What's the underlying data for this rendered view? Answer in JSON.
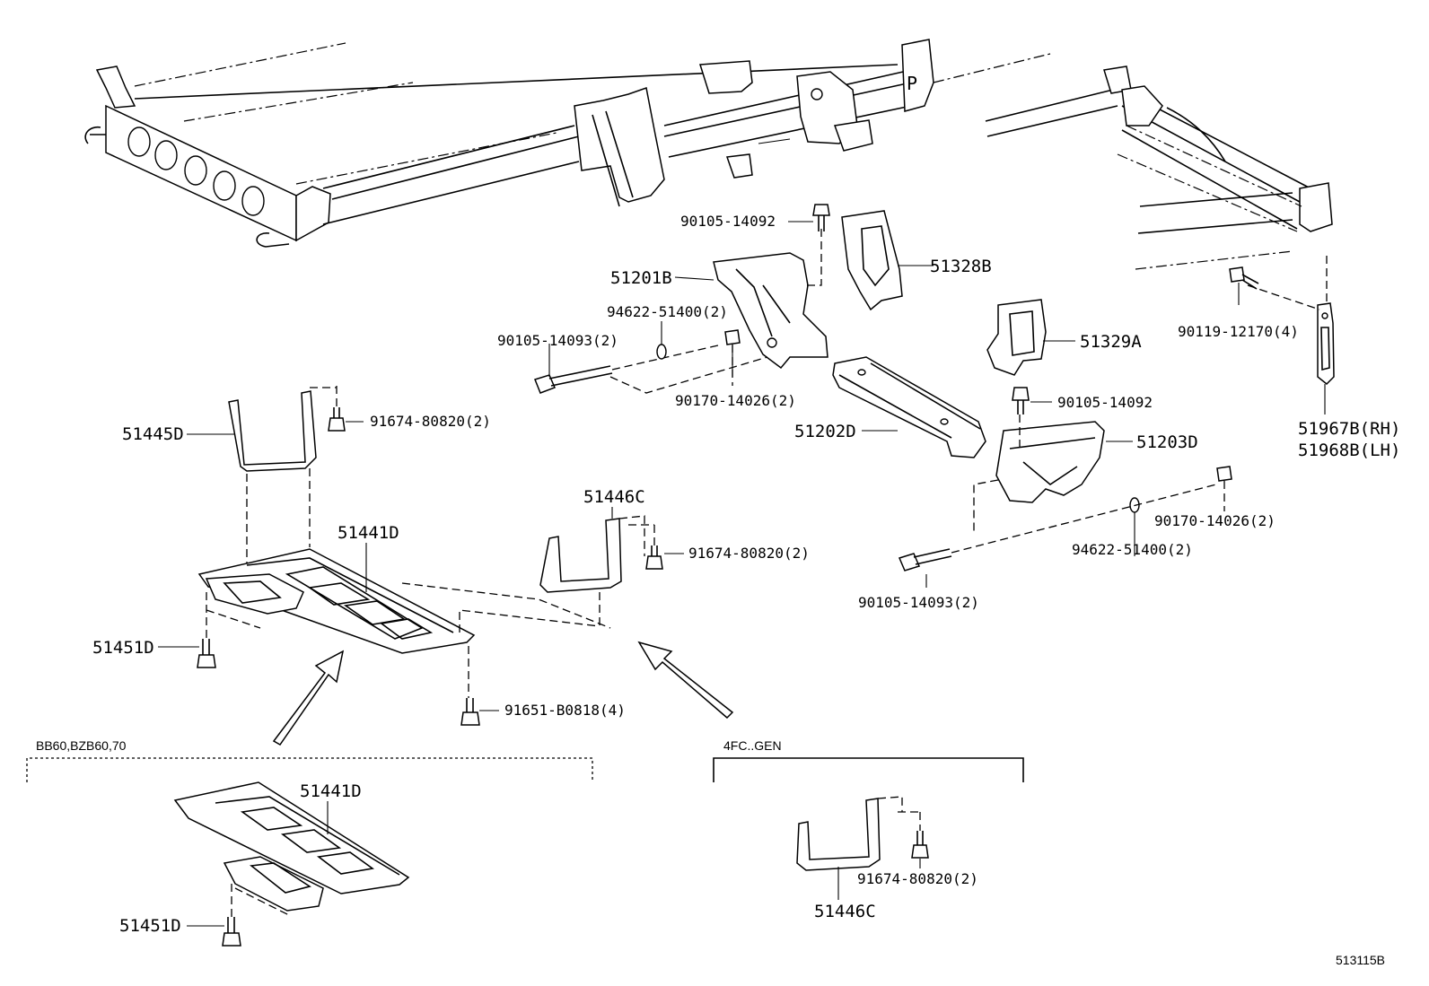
{
  "labels": {
    "p_90105_14092_top": "90105-14092",
    "p_51201B": "51201B",
    "p_51328B": "51328B",
    "p_94622_51400_top": "94622-51400(2)",
    "p_90105_14093_top": "90105-14093(2)",
    "p_90170_14026_top": "90170-14026(2)",
    "p_51329A": "51329A",
    "p_90119_12170": "90119-12170(4)",
    "p_51445D": "51445D",
    "p_91674_80820_a": "91674-80820(2)",
    "p_90105_14092_mid": "90105-14092",
    "p_51202D": "51202D",
    "p_51203D": "51203D",
    "p_51967B": "51967B(RH)",
    "p_51968B": "51968B(LH)",
    "p_51446C_top": "51446C",
    "p_51441D_top": "51441D",
    "p_91674_80820_b": "91674-80820(2)",
    "p_90170_14026_right": "90170-14026(2)",
    "p_94622_51400_right": "94622-51400(2)",
    "p_90105_14093_bottom": "90105-14093(2)",
    "p_51451D_top": "51451D",
    "p_91651_B0818": "91651-B0818(4)",
    "p_51441D_bottom": "51441D",
    "p_51451D_bottom": "51451D",
    "p_91674_80820_c": "91674-80820(2)",
    "p_51446C_bottom": "51446C"
  },
  "notes": {
    "left_variant": "BB60,BZB60,70",
    "right_variant": "4FC..GEN",
    "figure_code": "513115B"
  }
}
